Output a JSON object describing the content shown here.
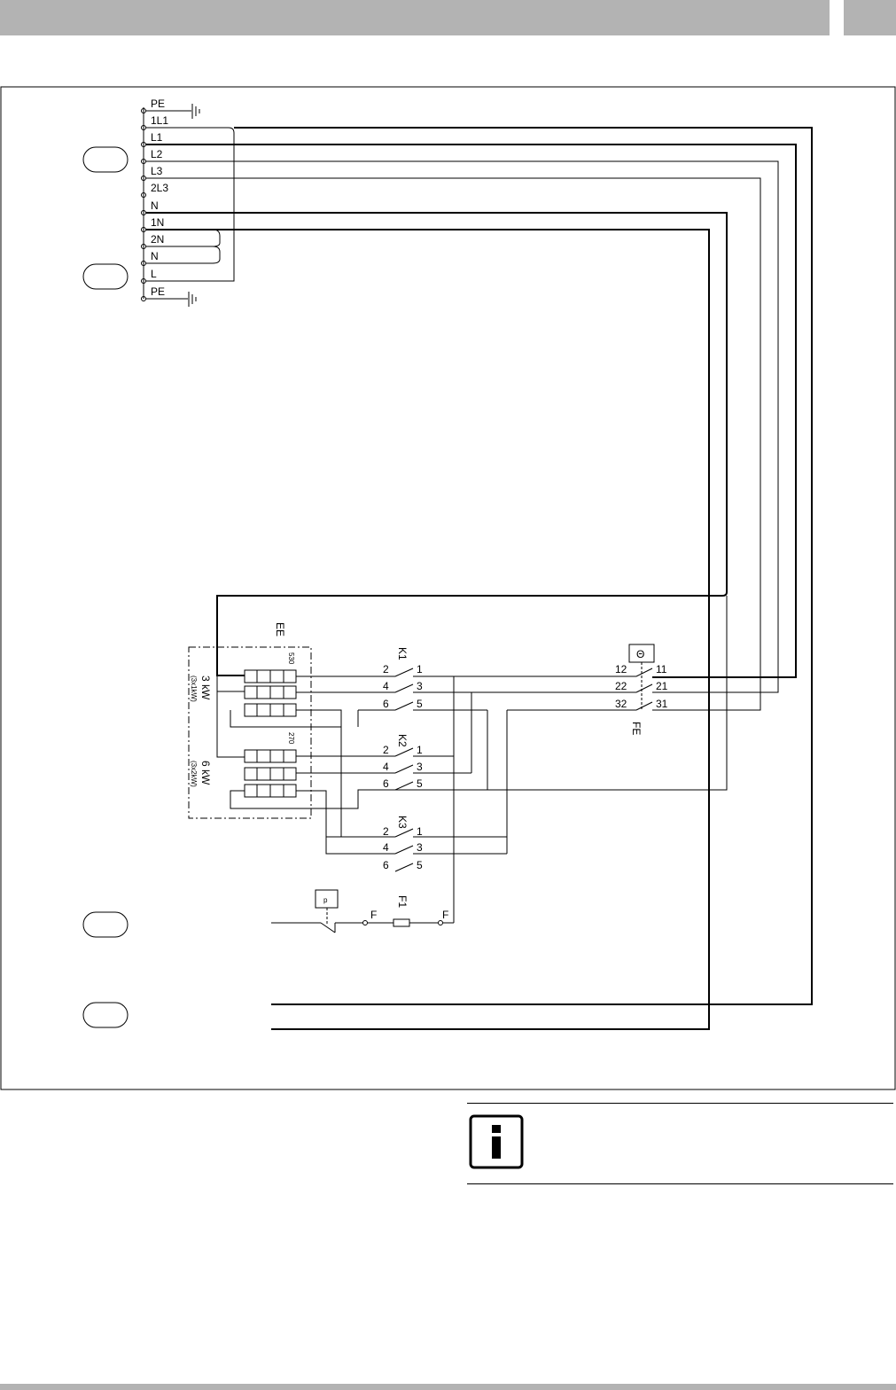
{
  "terminals_top": [
    "PE",
    "1L1",
    "L1",
    "L2",
    "L3",
    "2L3",
    "N",
    "1N",
    "2N",
    "N",
    "L",
    "PE"
  ],
  "heater": {
    "name": "EE",
    "stage1_power": "3 kW",
    "stage1_detail": "(3x1kW)",
    "stage1_code": "530",
    "stage2_power": "6 kW",
    "stage2_detail": "(3x2kW)",
    "stage2_code": "270"
  },
  "contactors": [
    {
      "name": "K1",
      "pins": [
        [
          "2",
          "1"
        ],
        [
          "4",
          "3"
        ],
        [
          "6",
          "5"
        ]
      ]
    },
    {
      "name": "K2",
      "pins": [
        [
          "2",
          "1"
        ],
        [
          "4",
          "3"
        ],
        [
          "6",
          "5"
        ]
      ]
    },
    {
      "name": "K3",
      "pins": [
        [
          "2",
          "1"
        ],
        [
          "4",
          "3"
        ],
        [
          "6",
          "5"
        ]
      ]
    }
  ],
  "thermostat": {
    "name": "FE",
    "symbol": "Θ",
    "pins": [
      [
        "12",
        "11"
      ],
      [
        "22",
        "21"
      ],
      [
        "32",
        "31"
      ]
    ]
  },
  "pressure_switch": {
    "symbol": "p"
  },
  "fuse": {
    "name": "F1",
    "terminal_left": "F",
    "terminal_right": "F"
  },
  "icons": {
    "info": "info-icon",
    "terminal": "terminal-icon",
    "ground": "ground-icon"
  }
}
